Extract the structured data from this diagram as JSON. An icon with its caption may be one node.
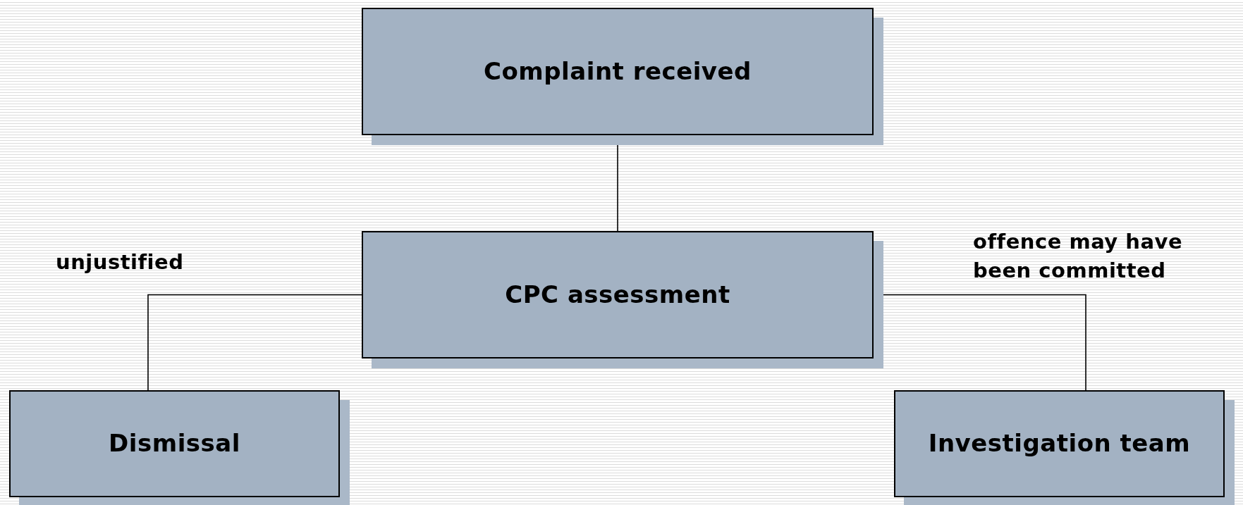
{
  "diagram": {
    "nodes": [
      {
        "text": [
          "Complaint received"
        ]
      },
      {
        "text": [
          "CPC assessment"
        ]
      },
      {
        "text": [
          "Dismissal"
        ]
      },
      {
        "text": [
          "Investigation team"
        ]
      }
    ],
    "edges": [
      {
        "from": 0,
        "to": 1,
        "arrow": "none"
      },
      {
        "from": 1,
        "to": 2,
        "arrow": "none",
        "label": "unjustified"
      },
      {
        "from": 1,
        "to": 3,
        "arrow": "none",
        "label": "offence may have been committed"
      }
    ]
  }
}
